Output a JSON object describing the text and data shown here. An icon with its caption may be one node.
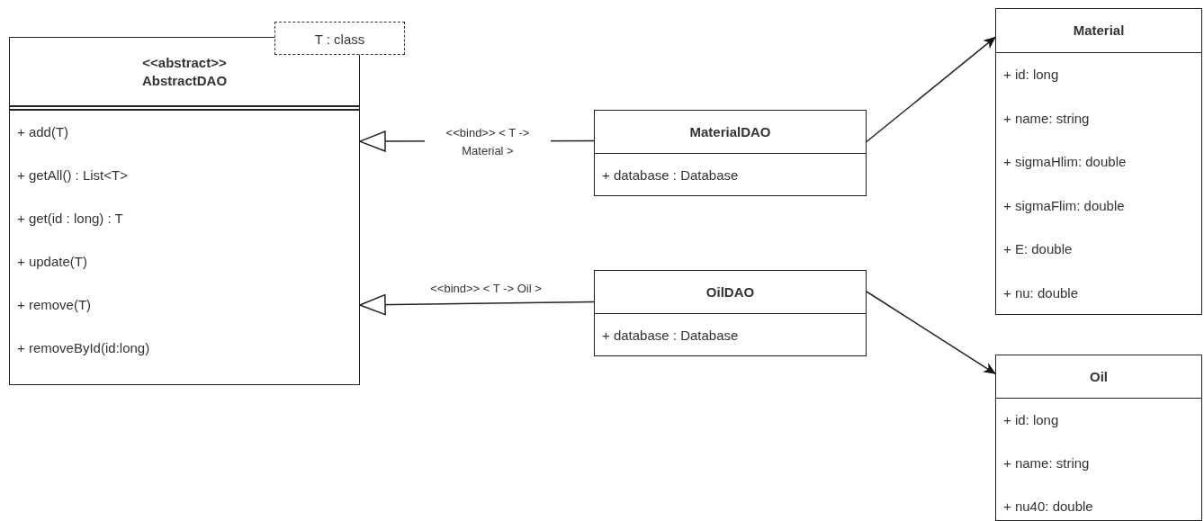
{
  "diagram": {
    "nodes": [
      {
        "text": [
          "<<abstract>>",
          "AbstractDAO",
          "+ add(T)",
          "+ getAll() : List<T>",
          "+ get(id : long) : T",
          "+ update(T)",
          "+ remove(T)",
          "+ removeById(id:long)"
        ]
      },
      {
        "text": [
          "T : class"
        ]
      },
      {
        "text": [
          "MaterialDAO",
          "+ database : Database"
        ]
      },
      {
        "text": [
          "Material",
          "+ id: long",
          "+ name: string",
          "+ sigmaHlim: double",
          "+ sigmaFlim: double",
          "+ E: double",
          "+ nu: double"
        ]
      },
      {
        "text": [
          "OilDAO",
          "+ database : Database"
        ]
      },
      {
        "text": [
          "Oil",
          "+ id: long",
          "+ name: string",
          "+ nu40: double"
        ]
      }
    ],
    "edges": [
      {
        "from": 2,
        "to": 0,
        "arrow": "to",
        "label": "<<bind>> < T -> Material >"
      },
      {
        "from": 4,
        "to": 0,
        "arrow": "to",
        "label": "<<bind>> < T -> Oil >"
      },
      {
        "from": 2,
        "to": 3,
        "arrow": "to"
      },
      {
        "from": 4,
        "to": 5,
        "arrow": "to"
      }
    ]
  }
}
